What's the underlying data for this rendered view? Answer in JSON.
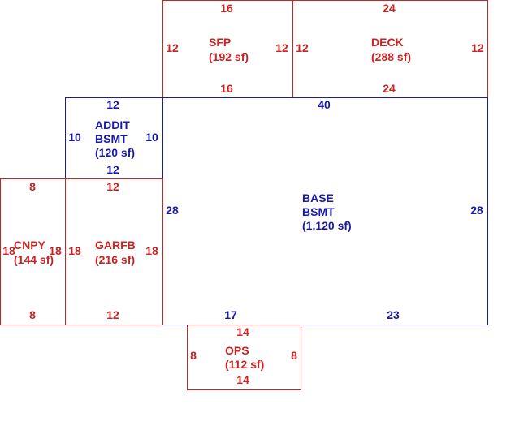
{
  "colors": {
    "red": "#cc2222",
    "blue": "#1a1aaa"
  },
  "areas": [
    {
      "key": "sfp",
      "color": "red",
      "name_lines": [
        "SFP"
      ],
      "sf_label": "(192 sf)",
      "dims": [
        "16",
        "16",
        "12",
        "12"
      ]
    },
    {
      "key": "deck",
      "color": "red",
      "name_lines": [
        "DECK"
      ],
      "sf_label": "(288 sf)",
      "dims": [
        "24",
        "24",
        "12",
        "12"
      ]
    },
    {
      "key": "addit-bsmt",
      "color": "blue",
      "name_lines": [
        "ADDIT",
        "BSMT"
      ],
      "sf_label": "(120 sf)",
      "dims": [
        "12",
        "12",
        "10",
        "10"
      ]
    },
    {
      "key": "base-bsmt",
      "color": "blue",
      "name_lines": [
        "BASE",
        "BSMT"
      ],
      "sf_label": "(1,120 sf)",
      "dims": [
        "40",
        "17",
        "23",
        "28",
        "28"
      ]
    },
    {
      "key": "cnpy",
      "color": "red",
      "name_lines": [
        "CNPY"
      ],
      "sf_label": "(144 sf)",
      "dims": [
        "8",
        "8",
        "18",
        "18"
      ]
    },
    {
      "key": "garfb",
      "color": "red",
      "name_lines": [
        "GARFB"
      ],
      "sf_label": "(216 sf)",
      "dims": [
        "12",
        "12",
        "18",
        "18"
      ]
    },
    {
      "key": "ops",
      "color": "red",
      "name_lines": [
        "OPS"
      ],
      "sf_label": "(112 sf)",
      "dims": [
        "14",
        "14",
        "8",
        "8"
      ]
    }
  ]
}
